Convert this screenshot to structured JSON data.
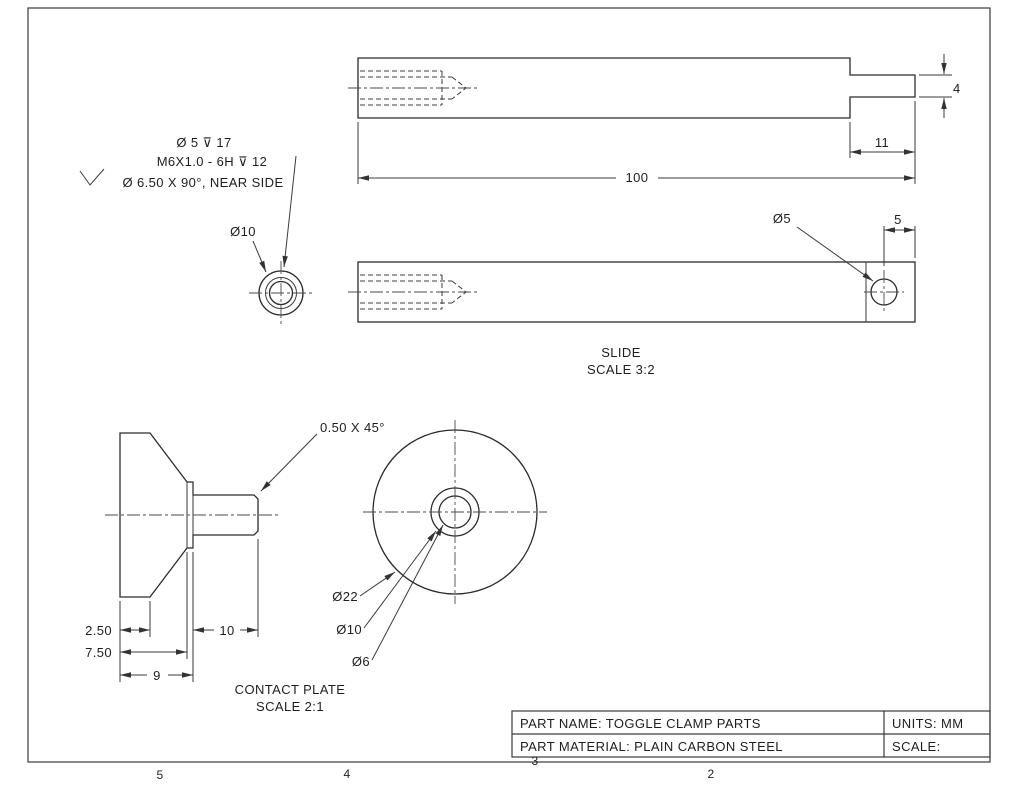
{
  "zones": {
    "z5": "5",
    "z4": "4",
    "z3": "3",
    "z2": "2"
  },
  "slide": {
    "label": "SLIDE",
    "scale_label": "SCALE 3:2",
    "callout_line1": "Ø 5 ⊽ 17",
    "callout_line2": "M6X1.0 - 6H ⊽ 12",
    "callout_line3": "Ø 6.50 X 90°, NEAR SIDE",
    "dim_length": "100",
    "dim_tab_length": "11",
    "dim_tab_thickness": "4",
    "dim_end_dia": "Ø10",
    "dim_hole_dia": "Ø5",
    "dim_hole_offset": "5"
  },
  "contact_plate": {
    "label": "CONTACT PLATE",
    "scale_label": "SCALE 2:1",
    "dim_chamfer": "0.50 X 45°",
    "dim_rim": "2.50",
    "dim_head": "7.50",
    "dim_head_total": "9",
    "dim_stem": "10",
    "dim_outer_dia": "Ø22",
    "dim_mid_dia": "Ø10",
    "dim_hole_dia": "Ø6"
  },
  "title_block": {
    "part_name": "PART NAME: TOGGLE CLAMP PARTS",
    "units": "UNITS: MM",
    "material": "PART MATERIAL: PLAIN CARBON STEEL",
    "scale": "SCALE:"
  }
}
